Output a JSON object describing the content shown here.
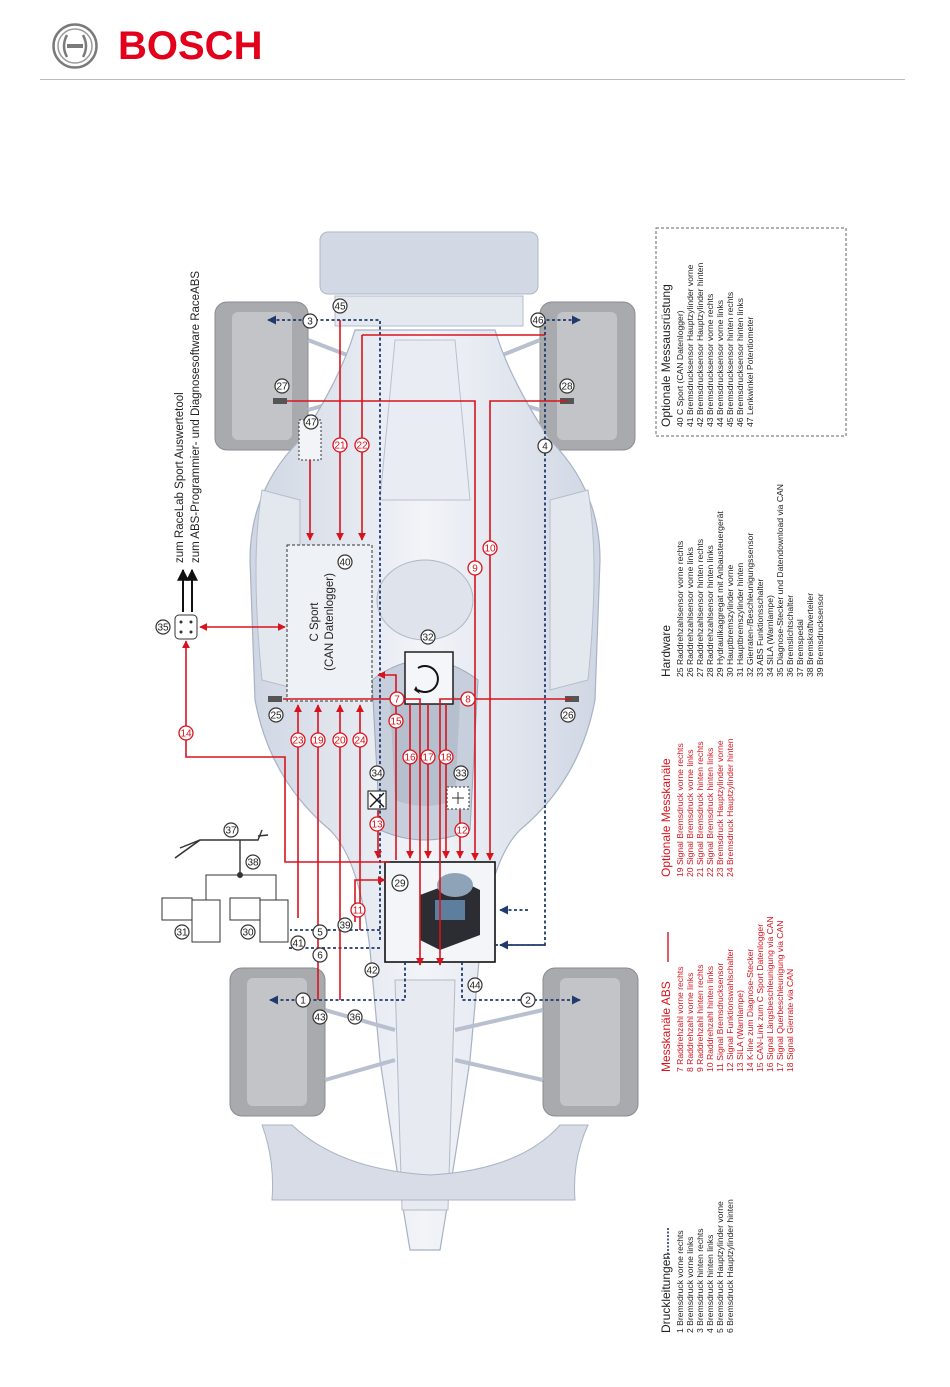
{
  "brand": {
    "name": "BOSCH"
  },
  "colors": {
    "signal": "#d7141e",
    "pressure": "#1f3a6e",
    "car_body": "#dde2ec",
    "tyres": "#a9aaae"
  },
  "export_labels": {
    "line1": "zum RaceLab Sport Auswertetool",
    "line2": "zum ABS-Programmier- und Diagnosesoftware RaceABS"
  },
  "logger": {
    "line1": "C Sport",
    "line2": "(CAN Datenlogger)"
  },
  "badges": {
    "n1": "1",
    "n2": "2",
    "n3": "3",
    "n4": "4",
    "n5": "5",
    "n6": "6",
    "n7": "7",
    "n8": "8",
    "n9": "9",
    "n10": "10",
    "n11": "11",
    "n12": "12",
    "n13": "13",
    "n14": "14",
    "n15": "15",
    "n16": "16",
    "n17": "17",
    "n18": "18",
    "n19": "19",
    "n20": "20",
    "n21": "21",
    "n22": "22",
    "n23": "23",
    "n24": "24",
    "n25": "25",
    "n26": "26",
    "n27": "27",
    "n28": "28",
    "n29": "29",
    "n30": "30",
    "n31": "31",
    "n32": "32",
    "n33": "33",
    "n34": "34",
    "n35": "35",
    "n36": "36",
    "n37": "37",
    "n38": "38",
    "n39": "39",
    "n40": "40",
    "n41": "41",
    "n42": "42",
    "n43": "43",
    "n44": "44",
    "n45": "45",
    "n46": "46",
    "n47": "47"
  },
  "legend": {
    "druck": {
      "title": "Druckleitungen",
      "items": [
        "1 Bremsdruck vorne rechts",
        "2 Bremsdruck vorne links",
        "3 Bremsdruck hinten rechts",
        "4 Bremsdruck hinten links",
        "5 Bremsdruck Hauptzylinder vorne",
        "6 Bremsdruck Hauptzylinder hinten"
      ]
    },
    "messkanaele": {
      "title": "Messkanäle ABS",
      "items": [
        "7  Raddrehzahl vorne rechts",
        "8  Raddrehzahl vorne links",
        "9  Raddrehzahl hinten rechts",
        "10 Raddrehzahl hinten links",
        "11 Signal Bremsdrucksensor",
        "12 Signal Funktionswahlschalter",
        "13 SILA (Warnlampe)",
        "14 K-line zum Diagnose-Stecker",
        "15 CAN-Link zum C Sport Datenlogger",
        "16 Signal Längsbeschleunigung via CAN",
        "17 Signal Querbeschleunigung via CAN",
        "18 Signal Gierrate via CAN"
      ]
    },
    "optional_kanaele": {
      "title": "Optionale Messkanäle",
      "items": [
        "19 Signal Bremsdruck vorne rechts",
        "20 Signal Bremsdruck vorne links",
        "21 Signal Bremsdruck hinten rechts",
        "22 Signal Bremsdruck hinten links",
        "23 Bremsdruck Hauptzylinder vorne",
        "24 Bremsdruck Hauptzylinder hinten"
      ]
    },
    "hardware": {
      "title": "Hardware",
      "items": [
        "25 Raddrehzahlsensor vorne rechts",
        "26 Raddrehzahlsensor vorne links",
        "27 Raddrehzahlsensor hinten rechts",
        "28 Raddrehzahlsensor hinten links",
        "29 Hydraulikaggregat mit Anbausteuergerät",
        "30 Hauptbremszylinder vorne",
        "31 Hauptbremszylinder hinten",
        "32 Gierraten-/Beschleunigungssensor",
        "33 ABS Funktionsschalter",
        "34 SILA (Warnlampe)",
        "35 Diagnose-Stecker und Datendownload via CAN",
        "36 Bremslichtschalter",
        "37 Bremspedal",
        "38 Bremskraftverteiler",
        "39 Bremsdrucksensor"
      ]
    },
    "optional_ausruestung": {
      "title": "Optionale Messausrüstung",
      "items": [
        "40 C Sport (CAN Datenlogger)",
        "41 Bremsdrucksensor Hauptzylinder vorne",
        "42 Bremsdrucksensor Hauptzylinder hinten",
        "43 Bremsdrucksensor vorne rechts",
        "44 Bremsdrucksensor vorne links",
        "45 Bremsdrucksensor hinten rechts",
        "46 Bremsdrucksensor hinten links",
        "47 Lenkwinkel Potentiometer"
      ]
    }
  }
}
